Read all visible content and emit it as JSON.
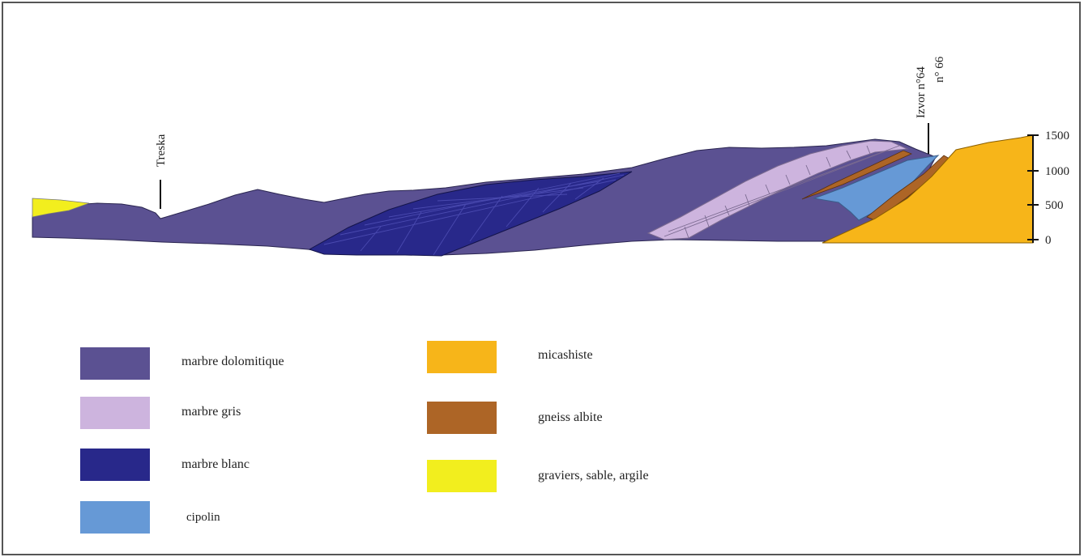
{
  "section": {
    "place_label": "Treska",
    "spring_label_1": "Izvor n°64",
    "spring_label_2": "n° 66",
    "scale_ticks": [
      "1500",
      "1000",
      "500",
      "0"
    ]
  },
  "colors": {
    "marbre_dolomitique": "#5b5192",
    "marbre_gris": "#cdb4de",
    "marbre_blanc": "#28288a",
    "cipolin": "#6699d6",
    "micashiste": "#f7b519",
    "gneiss_albite": "#ad6526",
    "graviers": "#f2ee1e"
  },
  "legend": [
    {
      "name": "marbre-dolomitique",
      "label": "marbre dolomitique",
      "color": "#5b5192"
    },
    {
      "name": "marbre-gris",
      "label": "marbre gris",
      "color": "#cdb4de"
    },
    {
      "name": "marbre-blanc",
      "label": "marbre blanc",
      "color": "#28288a"
    },
    {
      "name": "cipolin",
      "label": "cipolin",
      "color": "#6699d6"
    },
    {
      "name": "micashiste",
      "label": "micashiste",
      "color": "#f7b519"
    },
    {
      "name": "gneiss-albite",
      "label": "gneiss albite",
      "color": "#ad6526"
    },
    {
      "name": "graviers",
      "label": "graviers, sable, argile",
      "color": "#f2ee1e"
    }
  ]
}
